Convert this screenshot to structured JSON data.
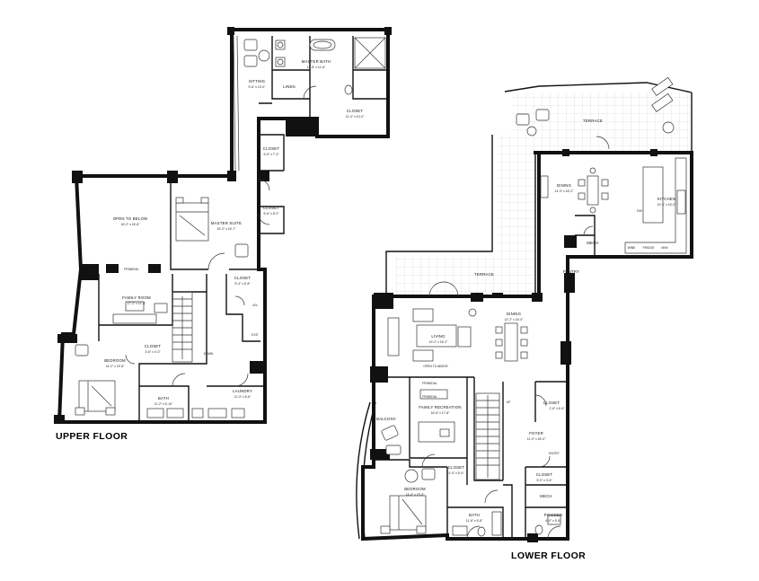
{
  "upper_floor": {
    "title": "UPPER FLOOR",
    "rooms": [
      {
        "id": "master-bath",
        "name": "MASTER BATH",
        "dims": "13'-8\" x 11'-6\""
      },
      {
        "id": "sitting",
        "name": "SITTING",
        "dims": "9'-6\" x 10'-0\""
      },
      {
        "id": "linen",
        "name": "LINEN",
        "dims": ""
      },
      {
        "id": "closet-master",
        "name": "CLOSET",
        "dims": "12'-4\" x 10'-0\""
      },
      {
        "id": "closet-a",
        "name": "CLOSET",
        "dims": "5'-6\" x 7'-0\""
      },
      {
        "id": "closet-b",
        "name": "CLOSET",
        "dims": "5'-6\" x 8'-0\""
      },
      {
        "id": "open-to-below",
        "name": "OPEN TO BELOW",
        "dims": "16'-2\" x 16'-6\""
      },
      {
        "id": "master-suite",
        "name": "MASTER SUITE",
        "dims": "16'-2\" x 16'-7\""
      },
      {
        "id": "family-room",
        "name": "FAMILY ROOM",
        "dims": "17'-2\" x 11'-6\""
      },
      {
        "id": "closet-c",
        "name": "CLOSET",
        "dims": "3'-6\" x 4'-0\""
      },
      {
        "id": "bedroom-upper",
        "name": "BEDROOM",
        "dims": "14'-2\" x 15'-8\""
      },
      {
        "id": "closet-d",
        "name": "CLOSET",
        "dims": "5'-4\" x 6'-8\""
      },
      {
        "id": "bath-upper",
        "name": "BATH",
        "dims": "11'-2\" x 5'-10\""
      },
      {
        "id": "laundry",
        "name": "LAUNDRY",
        "dims": "11'-3\" x 6'-6\""
      }
    ],
    "tags": {
      "fp_media": "FP/MEDIA",
      "av": "A/V",
      "exit": "EXIT",
      "down": "DOWN"
    }
  },
  "lower_floor": {
    "title": "LOWER FLOOR",
    "rooms": [
      {
        "id": "terrace-upper",
        "name": "TERRACE",
        "dims": ""
      },
      {
        "id": "dining-kitchen",
        "name": "DINING",
        "dims": "14'-0\" x 16'-2\""
      },
      {
        "id": "kitchen",
        "name": "KITCHEN",
        "dims": "10'-4\" x 16'-0\""
      },
      {
        "id": "terrace-lower",
        "name": "TERRACE",
        "dims": ""
      },
      {
        "id": "pantry",
        "name": "PANTRY",
        "dims": ""
      },
      {
        "id": "mech-upper",
        "name": "MECH",
        "dims": ""
      },
      {
        "id": "living",
        "name": "LIVING",
        "dims": "19'-2\" x 15'-2\""
      },
      {
        "id": "dining-main",
        "name": "DINING",
        "dims": "12'-2\" x 16'-0\""
      },
      {
        "id": "family-recreation",
        "name": "FAMILY RECREATION",
        "dims": "16'-6\" x 17'-8\""
      },
      {
        "id": "closet-e",
        "name": "CLOSET",
        "dims": "2'-6\" x 6'-6\""
      },
      {
        "id": "foyer",
        "name": "FOYER",
        "dims": "11'-0\" x 18'-0\""
      },
      {
        "id": "balcony",
        "name": "BALCONY",
        "dims": ""
      },
      {
        "id": "closet-f",
        "name": "CLOSET",
        "dims": "4'-0\" x 5'-6\""
      },
      {
        "id": "closet-g",
        "name": "CLOSET",
        "dims": "5'-0\" x 3'-6\""
      },
      {
        "id": "bedroom-lower",
        "name": "BEDROOM",
        "dims": "14'-6\" x 15'-5\""
      },
      {
        "id": "mech-lower",
        "name": "MECH",
        "dims": ""
      },
      {
        "id": "bath-lower",
        "name": "BATH",
        "dims": "11'-6\" x 5'-8\""
      },
      {
        "id": "powder",
        "name": "POWDER",
        "dims": "6'-0\" x 5'-6\""
      }
    ],
    "tags": {
      "open_to_above": "OPEN TO ABOVE",
      "fp_media_1": "FP/MEDIA",
      "fp_media_2": "FP/MEDIA",
      "up": "UP",
      "entry": "ENTRY",
      "wine": "WINE",
      "fridge": "FRIDGE",
      "mw": "M/W",
      "dw": "DW"
    }
  }
}
